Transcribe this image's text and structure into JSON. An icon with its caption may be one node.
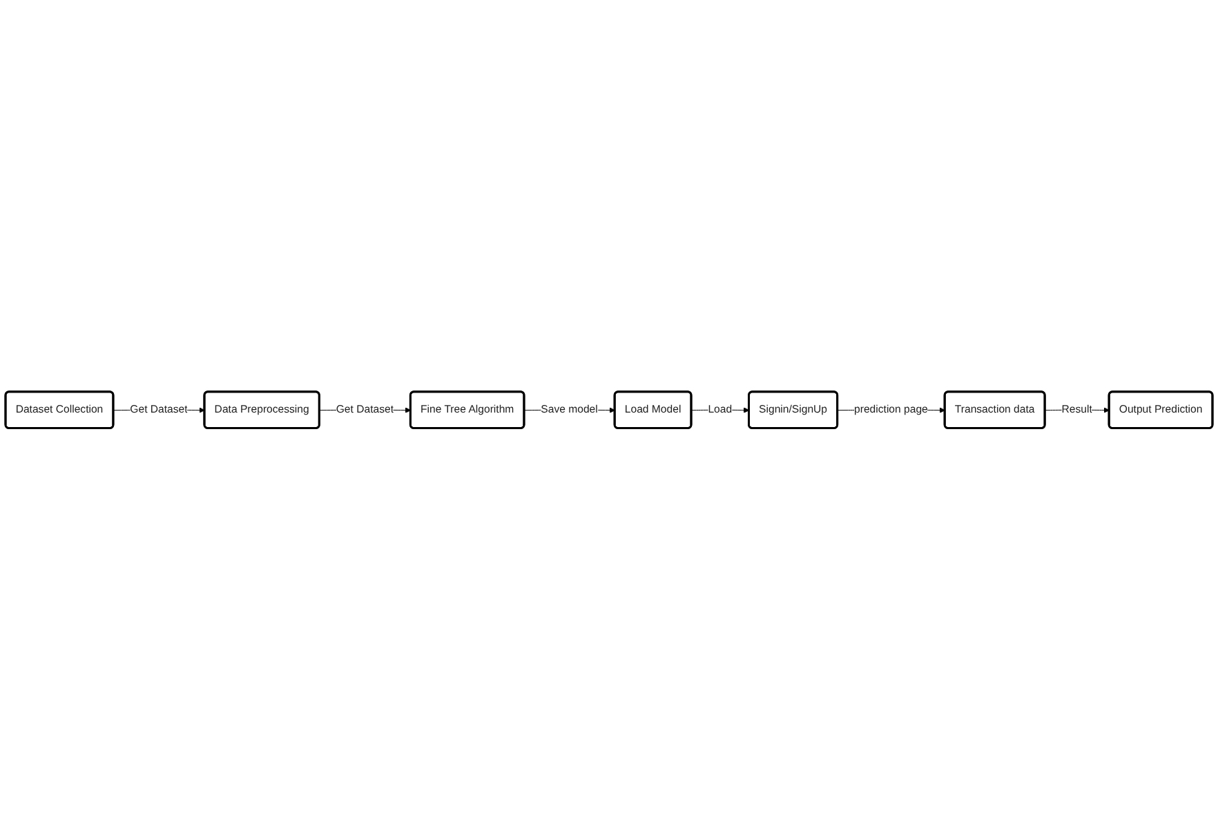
{
  "diagram": {
    "nodes": [
      {
        "text": [
          "Dataset Collection"
        ]
      },
      {
        "text": [
          "Data Preprocessing"
        ]
      },
      {
        "text": [
          "Fine Tree Algorithm"
        ]
      },
      {
        "text": [
          "Load Model"
        ]
      },
      {
        "text": [
          "Signin/SignUp"
        ]
      },
      {
        "text": [
          "Transaction data"
        ]
      },
      {
        "text": [
          "Output Prediction"
        ]
      }
    ],
    "edges": [
      {
        "from": 0,
        "to": 1,
        "arrow": "to",
        "label": "Get Dataset"
      },
      {
        "from": 1,
        "to": 2,
        "arrow": "to",
        "label": "Get Dataset"
      },
      {
        "from": 2,
        "to": 3,
        "arrow": "to",
        "label": "Save model"
      },
      {
        "from": 3,
        "to": 4,
        "arrow": "to",
        "label": "Load"
      },
      {
        "from": 4,
        "to": 5,
        "arrow": "to",
        "label": "prediction page"
      },
      {
        "from": 5,
        "to": 6,
        "arrow": "to",
        "label": "Result"
      }
    ]
  }
}
